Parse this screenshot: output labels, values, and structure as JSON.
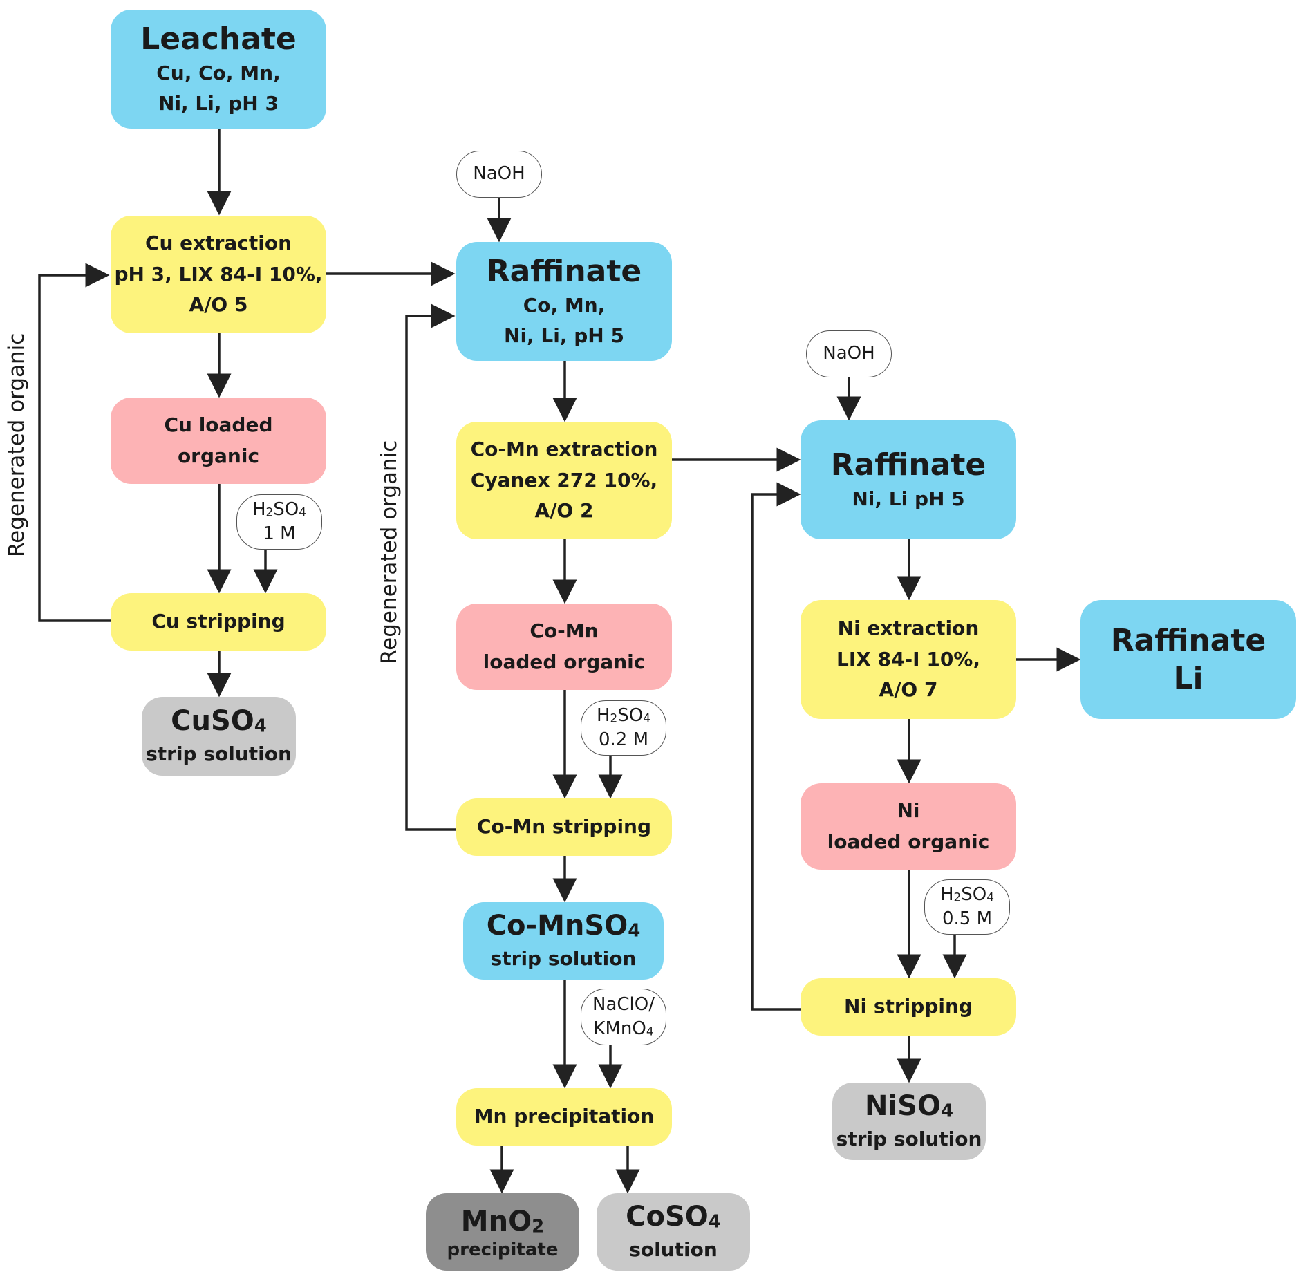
{
  "nodes": {
    "leachate": {
      "title": "Leachate",
      "line1": "Cu, Co, Mn,",
      "line2": "Ni, Li, pH 3"
    },
    "cu_extraction": {
      "line1": "Cu extraction",
      "line2": "pH 3, LIX 84-I 10%,",
      "line3": "A/O 5"
    },
    "cu_loaded": {
      "line1": "Cu loaded",
      "line2": "organic"
    },
    "cu_stripping": {
      "label": "Cu stripping"
    },
    "cuso4": {
      "formula": "CuSO",
      "subscript": "4",
      "sub": "strip solution"
    },
    "raffinate1": {
      "title": "Raffinate",
      "line1": "Co, Mn,",
      "line2": "Ni, Li, pH 5"
    },
    "comn_extraction": {
      "line1": "Co-Mn extraction",
      "line2": "Cyanex 272 10%,",
      "line3": "A/O 2"
    },
    "comn_loaded": {
      "line1": "Co-Mn",
      "line2": "loaded organic"
    },
    "comn_stripping": {
      "label": "Co-Mn stripping"
    },
    "comnso4": {
      "formula": "Co-MnSO",
      "subscript": "4",
      "sub": "strip solution"
    },
    "mn_precipitation": {
      "label": "Mn precipitation"
    },
    "mno2": {
      "formula": "MnO",
      "subscript": "2",
      "sub": "precipitate"
    },
    "coso4": {
      "formula": "CoSO",
      "subscript": "4",
      "sub": "solution"
    },
    "raffinate2": {
      "title": "Raffinate",
      "line1": "Ni, Li pH 5"
    },
    "ni_extraction": {
      "line1": "Ni extraction",
      "line2": "LIX 84-I 10%,",
      "line3": "A/O 7"
    },
    "raffinate_li": {
      "line1": "Raffinate",
      "line2": "Li"
    },
    "ni_loaded": {
      "line1": "Ni",
      "line2": "loaded organic"
    },
    "ni_stripping": {
      "label": "Ni stripping"
    },
    "niso4": {
      "formula": "NiSO",
      "subscript": "4",
      "sub": "strip solution"
    }
  },
  "reagents": {
    "naoh1": {
      "label": "NaOH"
    },
    "naoh2": {
      "label": "NaOH"
    },
    "h2so4_1": {
      "h": "H",
      "two": "2",
      "so": "SO",
      "four": "4",
      "conc": "1 M"
    },
    "h2so4_2": {
      "h": "H",
      "two": "2",
      "so": "SO",
      "four": "4",
      "conc": "0.2 M"
    },
    "h2so4_3": {
      "h": "H",
      "two": "2",
      "so": "SO",
      "four": "4",
      "conc": "0.5 M"
    },
    "oxidant": {
      "line1": "NaClO/",
      "k": "KMnO",
      "four": "4"
    }
  },
  "loops": {
    "left": "Regenerated organic",
    "middle": "Regenerated organic"
  },
  "colors": {
    "blue": "#7dd6f2",
    "yellow": "#fdf37d",
    "pink": "#fdb3b5",
    "grey": "#c9c9c9",
    "dark_grey": "#8e8e8e",
    "arrow": "#222222"
  }
}
